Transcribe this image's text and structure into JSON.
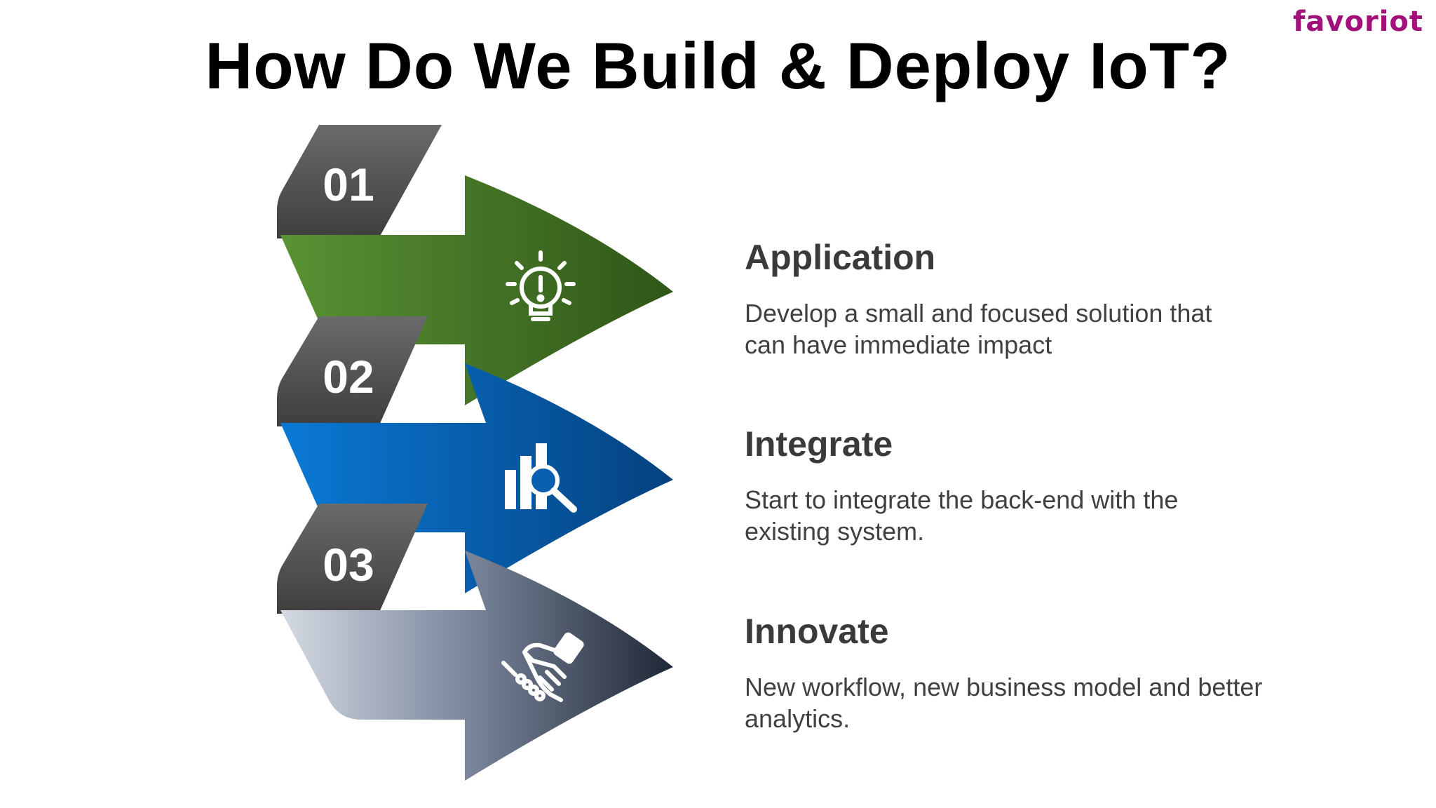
{
  "logo": "favoriot",
  "title": "How Do We Build & Deploy IoT?",
  "steps": [
    {
      "number": "01",
      "heading": "Application",
      "description_line1": "Develop a small and focused solution that",
      "description_line2": "can have immediate impact",
      "color": "#4e7c2a",
      "icon": "lightbulb-icon"
    },
    {
      "number": "02",
      "heading": "Integrate",
      "description_line1": "Start to integrate the back-end with the",
      "description_line2": "existing system.",
      "color": "#0a5fb0",
      "icon": "chart-magnifier-icon"
    },
    {
      "number": "03",
      "heading": "Innovate",
      "description_line1": "New workflow, new business model and better",
      "description_line2": "analytics.",
      "color": "#3a4658",
      "icon": "handshake-icon"
    }
  ]
}
